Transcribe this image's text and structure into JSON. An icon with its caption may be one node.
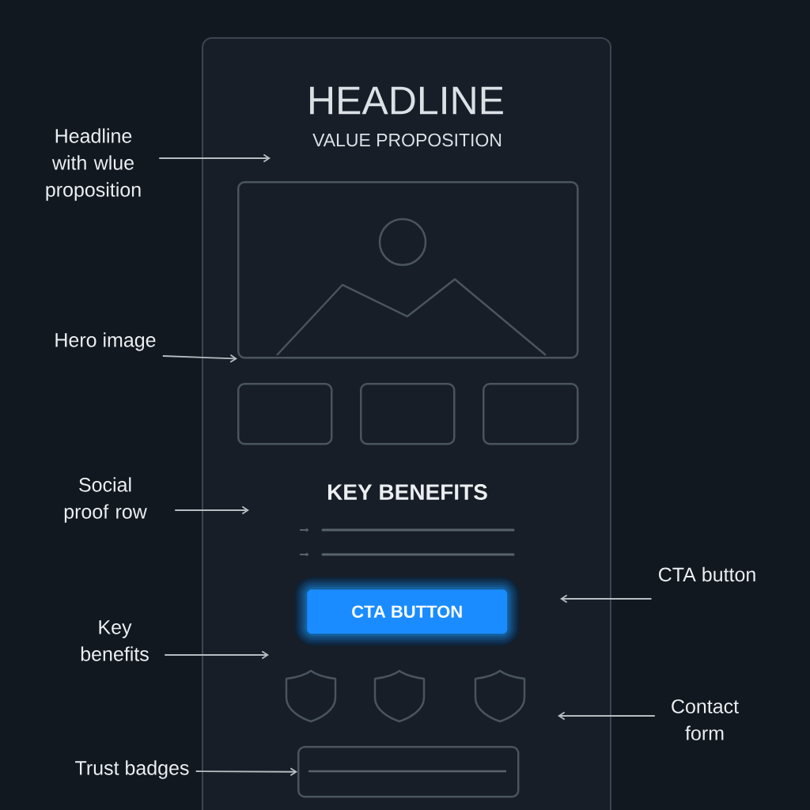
{
  "diagram": {
    "nodes": [
      {
        "text": [],
        "shape": "box"
      },
      {
        "text": [
          "HEADLINE"
        ],
        "in": 0
      },
      {
        "text": [
          "VALUE PROPOSITION"
        ],
        "in": 0
      },
      {
        "text": [],
        "shape": "picture",
        "in": 0
      },
      {
        "text": [],
        "shape": "box",
        "in": 0
      },
      {
        "text": [],
        "shape": "box",
        "in": 0
      },
      {
        "text": [],
        "shape": "box",
        "in": 0
      },
      {
        "text": [
          "KEY BENEFITS"
        ],
        "in": 0
      },
      {
        "text": [
          "CTA BUTTON"
        ],
        "in": 0
      },
      {
        "text": [],
        "shape": "shield",
        "in": 0
      },
      {
        "text": [],
        "shape": "shield",
        "in": 0
      },
      {
        "text": [],
        "shape": "shield",
        "in": 0
      },
      {
        "text": [],
        "shape": "box",
        "in": 0
      },
      {
        "text": [
          "Headline with wlue proposition"
        ]
      },
      {
        "text": [
          "Hero image"
        ]
      },
      {
        "text": [
          "Social proof row"
        ]
      },
      {
        "text": [
          "Key benefits"
        ]
      },
      {
        "text": [
          "CTA button"
        ]
      },
      {
        "text": [
          "Contact form"
        ]
      },
      {
        "text": [
          "Trust badges"
        ]
      }
    ],
    "edges": [
      {
        "from": 13,
        "to": null,
        "arrow": "to"
      },
      {
        "from": 14,
        "to": 3,
        "arrow": "to"
      },
      {
        "from": 15,
        "to": null,
        "arrow": "to"
      },
      {
        "from": 16,
        "to": null,
        "arrow": "to"
      },
      {
        "from": 17,
        "to": null,
        "arrow": "to"
      },
      {
        "from": 18,
        "to": null,
        "arrow": "to"
      },
      {
        "from": 19,
        "to": 12,
        "arrow": "to"
      }
    ]
  }
}
